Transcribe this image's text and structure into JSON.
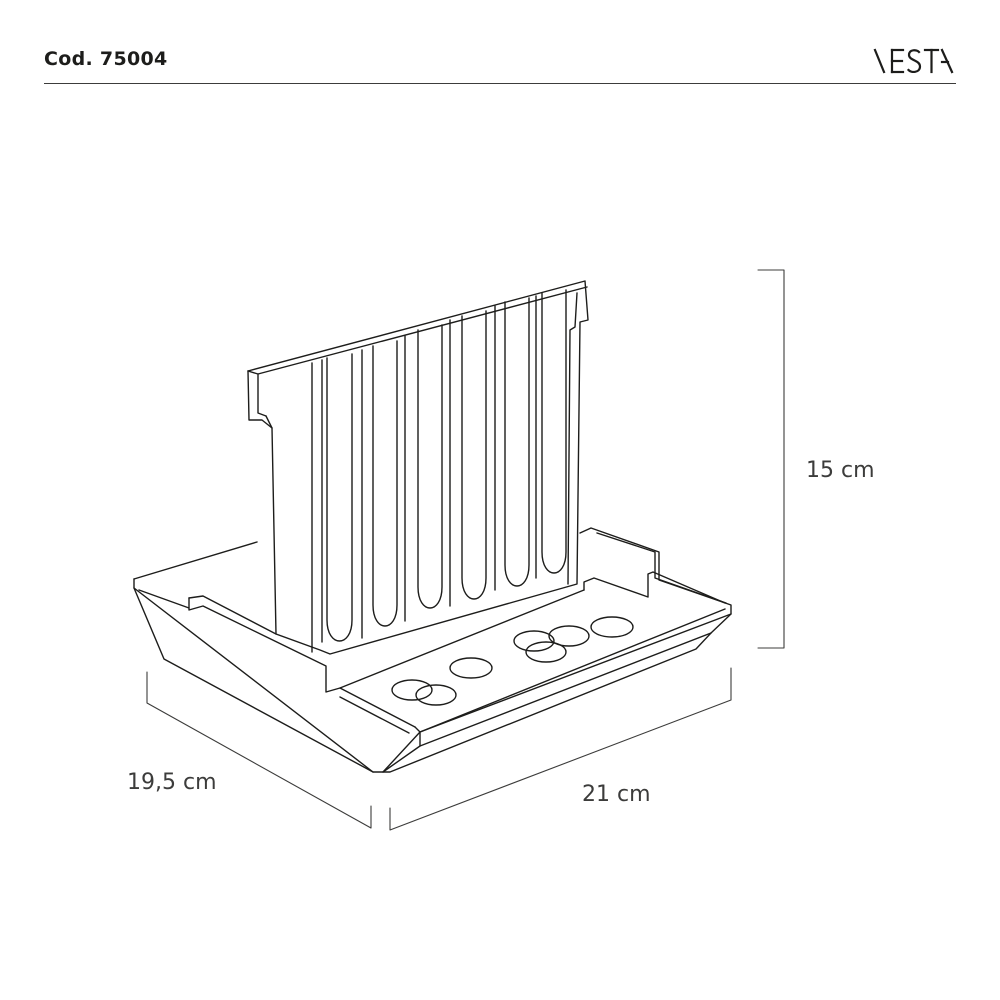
{
  "header": {
    "product_code": "Cod. 75004",
    "brand": "VESTA"
  },
  "dimensions": {
    "height": "15 cm",
    "depth": "19,5 cm",
    "width": "21 cm"
  },
  "colors": {
    "line": "#1d1d1b",
    "dimension_line": "#3c3c3b",
    "background": "#ffffff"
  }
}
